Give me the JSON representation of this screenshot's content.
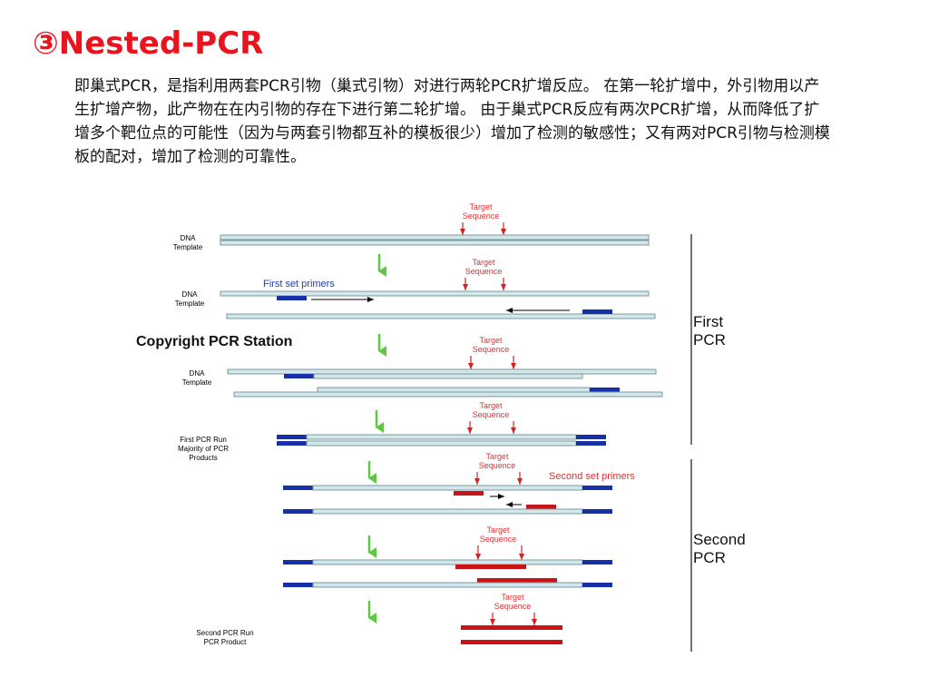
{
  "title": "③Nested-PCR",
  "intro": "即巢式PCR，是指利用两套PCR引物（巢式引物）对进行两轮PCR扩增反应。 在第一轮扩增中，外引物用以产生扩增产物，此产物在在内引物的存在下进行第二轮扩增。 由于巢式PCR反应有两次PCR扩增，从而降低了扩增多个靶位点的可能性（因为与两套引物都互补的模板很少）增加了检测的敏感性；又有两对PCR引物与检测模板的配对，增加了检测的可靠性。",
  "diagram": {
    "target_sequence": [
      "Target",
      "Sequence"
    ],
    "dna_template": [
      "DNA",
      "Template"
    ],
    "first_set_primers": "First set primers",
    "second_set_primers": "Second set primers",
    "copyright": "Copyright PCR Station",
    "first_pcr_run": [
      "First PCR Run",
      "Majority of PCR",
      "Products"
    ],
    "second_pcr_run": [
      "Second PCR Run",
      "PCR Product"
    ],
    "first_pcr": [
      "First",
      "PCR"
    ],
    "second_pcr": [
      "Second",
      "PCR"
    ]
  },
  "colors": {
    "title": "#e8141e",
    "strand_fill": "#d3e7ea",
    "strand_stroke": "#7a9aa0",
    "outer_primer": "#1530a8",
    "inner_primer": "#c81414",
    "flow_arrow": "#5ec843",
    "label_red": "#e03030",
    "label_blue": "#2040a8"
  }
}
